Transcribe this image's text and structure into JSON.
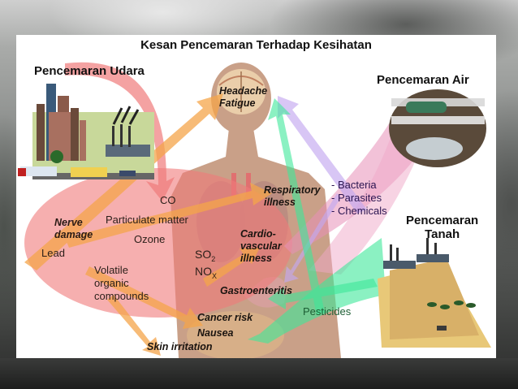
{
  "title": "Kesan Pencemaran Terhadap Kesihatan",
  "sections": {
    "air": "Pencemaran Udara",
    "water": "Pencemaran Air",
    "soil_line1": "Pencemaran",
    "soil_line2": "Tanah"
  },
  "air_pollutants": {
    "co": "CO",
    "particulate": "Particulate matter",
    "ozone": "Ozone",
    "lead": "Lead",
    "voc_line1": "Volatile",
    "voc_line2": "organic",
    "voc_line3": "compounds",
    "so2_base": "SO",
    "so2_sub": "2",
    "nox_base": "NO",
    "nox_sub": "X"
  },
  "water_pollutants": [
    "- Bacteria",
    "- Parasites",
    "- Chemicals"
  ],
  "soil_pollutants": {
    "pesticides": "Pesticides"
  },
  "health_effects": {
    "headache": "Headache",
    "fatigue": "Fatigue",
    "respiratory_line1": "Respiratory",
    "respiratory_line2": "illness",
    "cardio_line1": "Cardio-",
    "cardio_line2": "vascular",
    "cardio_line3": "illness",
    "gastro": "Gastroenteritis",
    "cancer": "Cancer risk",
    "nausea": "Nausea",
    "skin": "Skin irritation",
    "nerve_line1": "Nerve",
    "nerve_line2": "damage"
  },
  "colors": {
    "air_flow": "#f07a7a",
    "air_arrows": "#f5a54a",
    "water_flow": "#e890b8",
    "water_arrows": "#c4a8f0",
    "soil_flow": "#3de89a",
    "body": "#c9a088"
  }
}
